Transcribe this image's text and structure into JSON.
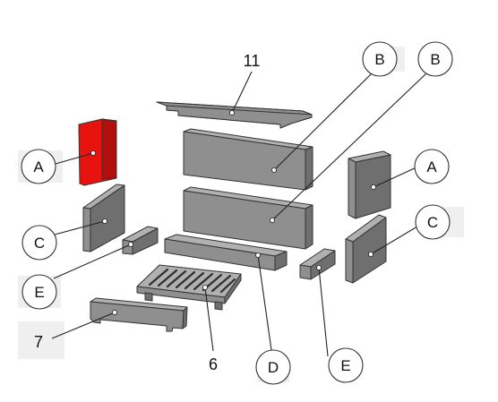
{
  "colors": {
    "part_front": "#8f8f8f",
    "part_side": "#6f6f6f",
    "part_top": "#b0b0b0",
    "highlight_front": "#e8130f",
    "highlight_side": "#b30f0c",
    "badge_bg": "#efefef"
  },
  "labels": {
    "part_11": "11",
    "part_B_back_upper": "B",
    "part_B_back_lower": "B",
    "part_A_left": "A",
    "part_A_right": "A",
    "part_C_left": "C",
    "part_C_right": "C",
    "part_E_left": "E",
    "part_E_right": "E",
    "part_7": "7",
    "part_6": "6",
    "part_D": "D"
  },
  "highlighted_part": "A"
}
